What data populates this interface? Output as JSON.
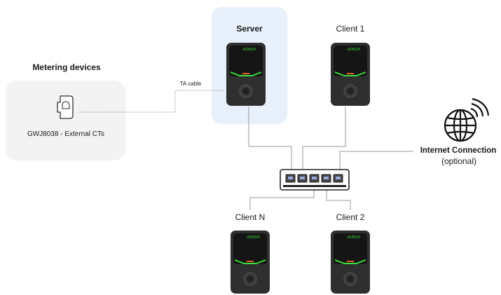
{
  "labels": {
    "server": "Server",
    "client_1": "Client 1",
    "client_n": "Client N",
    "client_2": "Client 2",
    "metering_devices": "Metering devices",
    "meter_model": "GWJ8038 - External CTs",
    "ta_cable": "TA cable",
    "internet": "Internet Connection",
    "internet_note": "(optional)",
    "charger_brand": "JOINON"
  },
  "colors": {
    "server_highlight": "#e7f0fb",
    "metering_bg": "#f3f3f3",
    "charger_body": "#2f2f2f",
    "charger_screen": "#151515",
    "led": "#3ddc3d",
    "wire": "#9a9a9a"
  },
  "icons": {
    "internet": "globe-wifi-icon",
    "meter": "ct-meter-icon",
    "switch": "network-switch-icon"
  }
}
